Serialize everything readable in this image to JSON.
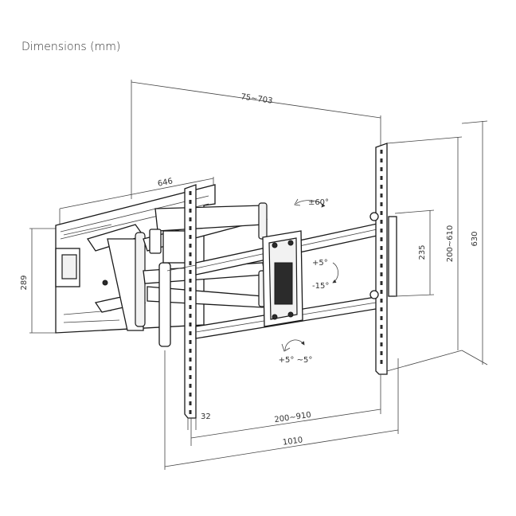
{
  "title": "Dimensions (mm)",
  "dimensions": {
    "swivel_extension": "75~703",
    "arm_width": "646",
    "plate_height": "289",
    "vesa_horizontal": "200~910",
    "overall_width": "1010",
    "plate_depth": "32",
    "vesa_vertical_small": "235",
    "vesa_vertical": "200~610",
    "overall_height": "630"
  },
  "motions": {
    "swivel": "±60°",
    "tilt_up": "+5°",
    "tilt_down": "-15°",
    "rotate": "+5° ~5°"
  },
  "colors": {
    "line": "#1a1a1a",
    "text": "#333333"
  }
}
